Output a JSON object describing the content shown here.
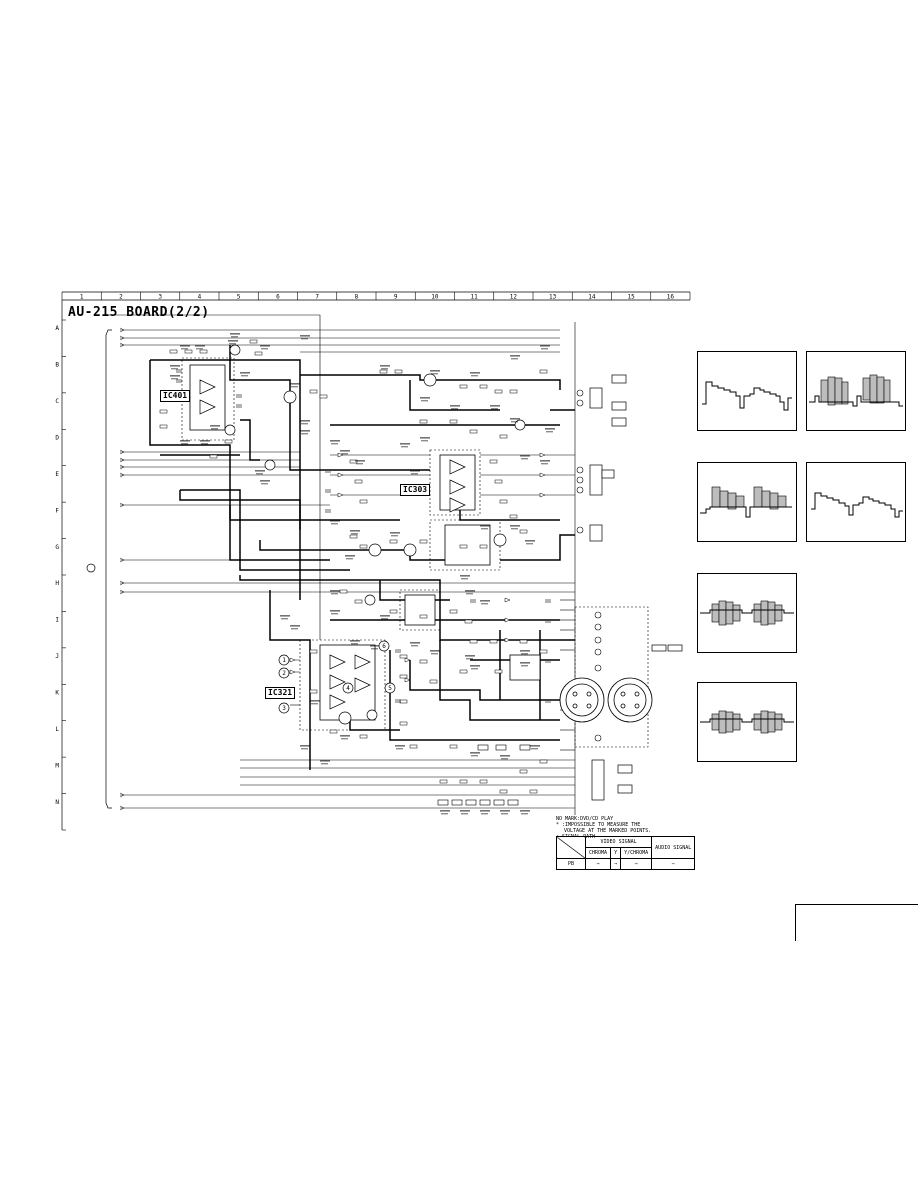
{
  "board_title": "AU-215 BOARD(2/2)",
  "columns": [
    "1",
    "2",
    "3",
    "4",
    "5",
    "6",
    "7",
    "8",
    "9",
    "10",
    "11",
    "12",
    "13",
    "14",
    "15",
    "16"
  ],
  "rows": [
    "A",
    "B",
    "C",
    "D",
    "E",
    "F",
    "G",
    "H",
    "I",
    "J",
    "K",
    "L",
    "M",
    "N"
  ],
  "ics": [
    {
      "label": "IC401"
    },
    {
      "label": "IC303"
    },
    {
      "label": "IC321"
    }
  ],
  "callouts": [
    "1",
    "2",
    "3",
    "4",
    "5",
    "6"
  ],
  "notes": {
    "line1": "NO MARK:DVD/CD PLAY",
    "line2": "* :IMPOSSIBLE TO MEASURE THE",
    "line3": "VOLTAGE AT THE MARKED POINTS.",
    "line4": "• SIGNAL PATH"
  },
  "legend": {
    "video_header": "VIDEO SIGNAL",
    "audio_header": "AUDIO SIGNAL",
    "col_chroma": "CHROMA",
    "col_y": "Y",
    "col_ychroma": "Y/CHROMA",
    "row_pb": "PB"
  },
  "colors": {
    "line": "#000000",
    "fill": "#bdbdbd",
    "background": "#ffffff"
  }
}
